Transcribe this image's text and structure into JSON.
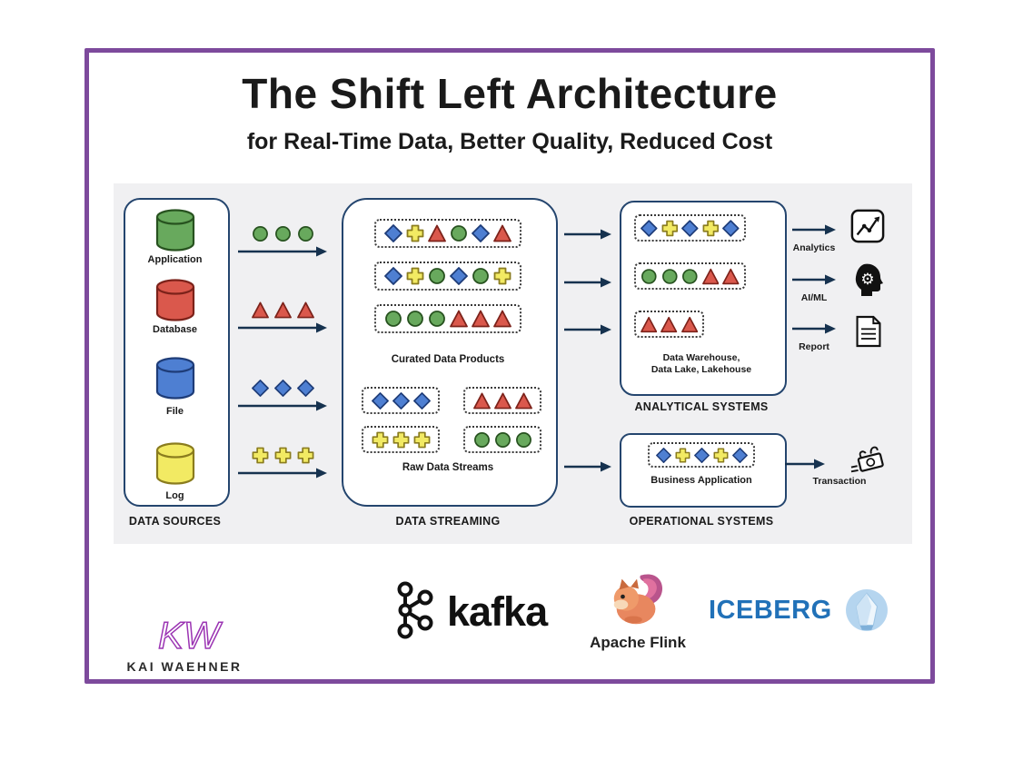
{
  "title": "The Shift Left Architecture",
  "subtitle": "for Real-Time Data, Better Quality, Reduced Cost",
  "colors": {
    "frame_border": "#7d4a9c",
    "panel_bg": "#f0f0f2",
    "box_border": "#24456e",
    "arrow": "#16324f",
    "dotted_border": "#3a3a3a",
    "iceberg_blue": "#2171b8"
  },
  "palette": {
    "green": {
      "fill": "#68a95d",
      "stroke": "#27521f"
    },
    "red": {
      "fill": "#da584c",
      "stroke": "#7c221a"
    },
    "blue": {
      "fill": "#4e7fd2",
      "stroke": "#1e3c78"
    },
    "yellow": {
      "fill": "#f2ea63",
      "stroke": "#8a7c1e"
    }
  },
  "shape_colors": {
    "circle": "green",
    "triangle": "red",
    "diamond": "blue",
    "cross": "yellow"
  },
  "data_sources": {
    "label": "DATA SOURCES",
    "items": [
      {
        "label": "Application",
        "color": "green"
      },
      {
        "label": "Database",
        "color": "red"
      },
      {
        "label": "File",
        "color": "blue"
      },
      {
        "label": "Log",
        "color": "yellow"
      }
    ]
  },
  "streams": [
    {
      "shapes": [
        "circle",
        "circle",
        "circle"
      ]
    },
    {
      "shapes": [
        "triangle",
        "triangle",
        "triangle"
      ]
    },
    {
      "shapes": [
        "diamond",
        "diamond",
        "diamond"
      ]
    },
    {
      "shapes": [
        "cross",
        "cross",
        "cross"
      ]
    }
  ],
  "data_streaming": {
    "label": "DATA STREAMING",
    "curated_label": "Curated Data Products",
    "curated_rows": [
      [
        "diamond",
        "cross",
        "triangle",
        "circle",
        "diamond",
        "triangle"
      ],
      [
        "diamond",
        "cross",
        "circle",
        "diamond",
        "circle",
        "cross"
      ],
      [
        "circle",
        "circle",
        "circle",
        "triangle",
        "triangle",
        "triangle"
      ]
    ],
    "raw_label": "Raw Data Streams",
    "raw_boxes": [
      [
        "diamond",
        "diamond",
        "diamond"
      ],
      [
        "triangle",
        "triangle",
        "triangle"
      ],
      [
        "cross",
        "cross",
        "cross"
      ],
      [
        "circle",
        "circle",
        "circle"
      ]
    ]
  },
  "analytical": {
    "label": "ANALYTICAL SYSTEMS",
    "sublabel_line1": "Data Warehouse,",
    "sublabel_line2": "Data Lake, Lakehouse",
    "rows": [
      [
        "diamond",
        "cross",
        "diamond",
        "cross",
        "diamond"
      ],
      [
        "circle",
        "circle",
        "circle",
        "triangle",
        "triangle"
      ],
      [
        "triangle",
        "triangle",
        "triangle"
      ]
    ],
    "outputs": [
      {
        "label": "Analytics",
        "icon": "line-chart"
      },
      {
        "label": "AI/ML",
        "icon": "head-gear"
      },
      {
        "label": "Report",
        "icon": "document"
      }
    ]
  },
  "operational": {
    "label": "OPERATIONAL SYSTEMS",
    "sublabel": "Business Application",
    "row": [
      "diamond",
      "cross",
      "diamond",
      "cross",
      "diamond"
    ],
    "output": {
      "label": "Transaction",
      "icon": "flying-money"
    }
  },
  "footer": {
    "kw_monogram": "KW",
    "brand": "KAI WAEHNER",
    "kafka": "kafka",
    "flink": "Apache Flink",
    "iceberg": "ICEBERG"
  }
}
